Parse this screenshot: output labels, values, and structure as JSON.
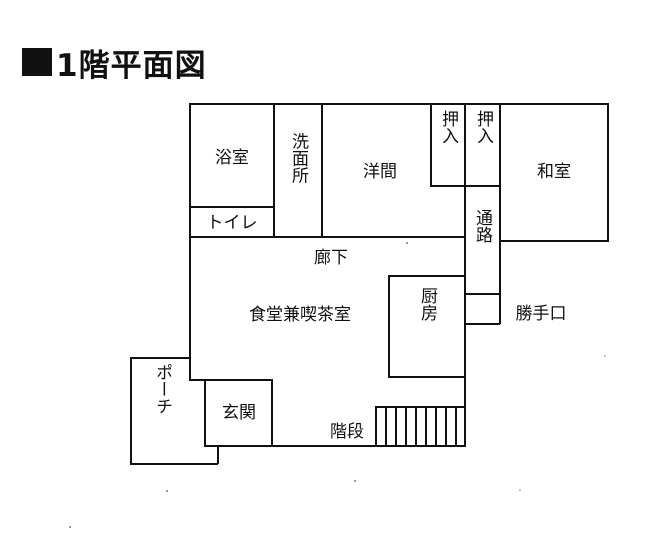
{
  "title": "1階平面図",
  "rooms": {
    "bath": "浴室",
    "washroom": "洗面所",
    "western": "洋間",
    "closet1": "押入",
    "closet2": "押入",
    "japanese": "和室",
    "toilet": "トイレ",
    "hall": "廊下",
    "passage": "通路",
    "dining": "食堂兼喫茶室",
    "kitchen": "厨房",
    "back_door": "勝手口",
    "porch": "ポーチ",
    "entrance": "玄関",
    "stairs": "階段"
  }
}
